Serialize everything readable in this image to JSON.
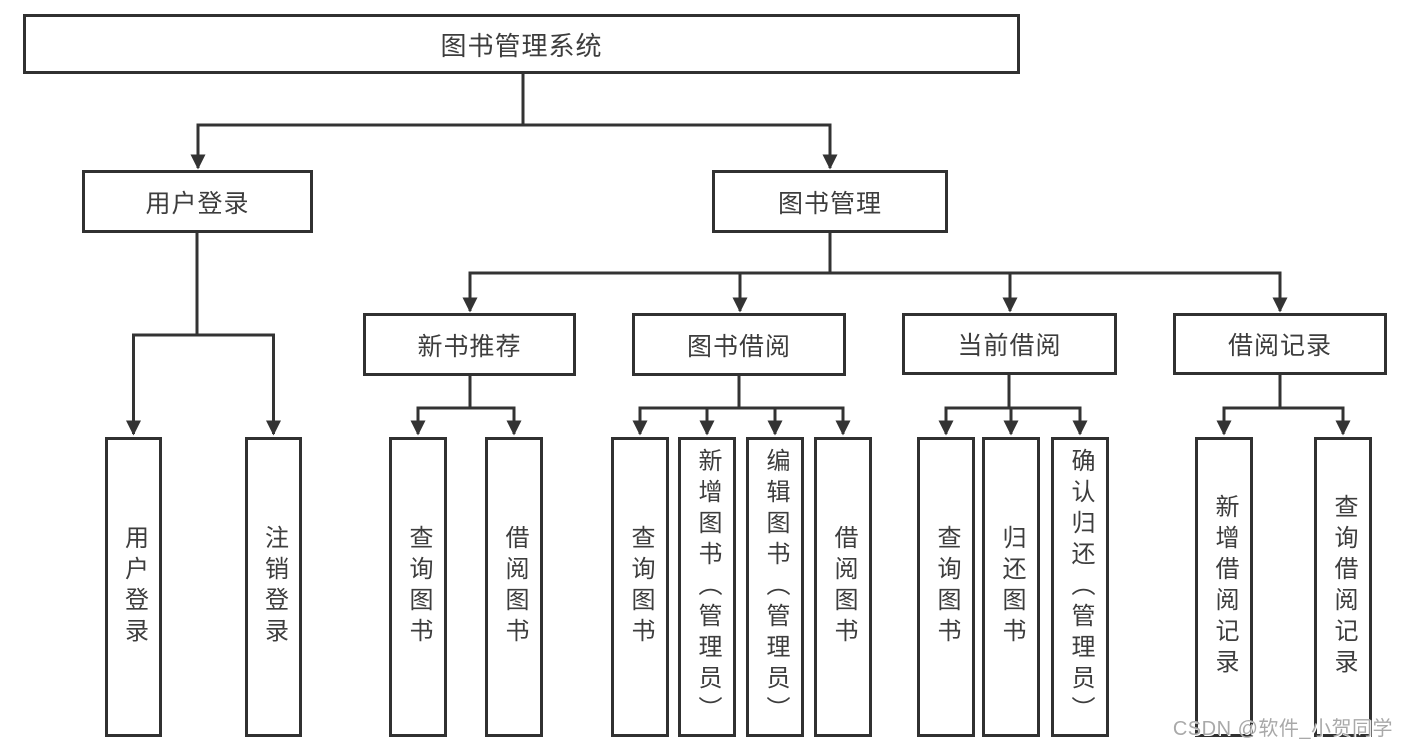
{
  "colors": {
    "line": "#333333",
    "box_border": "#313131",
    "text": "#3d3d3d",
    "background": "#ffffff",
    "watermark": "#a9a9a9"
  },
  "diagram": {
    "root": {
      "label": "图书管理系统"
    },
    "level2": [
      {
        "label": "用户登录"
      },
      {
        "label": "图书管理"
      }
    ],
    "level3": [
      {
        "label": "新书推荐"
      },
      {
        "label": "图书借阅"
      },
      {
        "label": "当前借阅"
      },
      {
        "label": "借阅记录"
      }
    ],
    "leaves": {
      "user_login": [
        "用户登录",
        "注销登录"
      ],
      "new_books": [
        "查询图书",
        "借阅图书"
      ],
      "book_borrow": [
        "查询图书",
        "新增图书（管理员）",
        "编辑图书（管理员）",
        "借阅图书"
      ],
      "current_borrow": [
        "查询图书",
        "归还图书",
        "确认归还（管理员）"
      ],
      "borrow_records": [
        "新增借阅记录",
        "查询借阅记录"
      ]
    }
  },
  "watermark": {
    "text": "CSDN @软件_小贺同学"
  }
}
